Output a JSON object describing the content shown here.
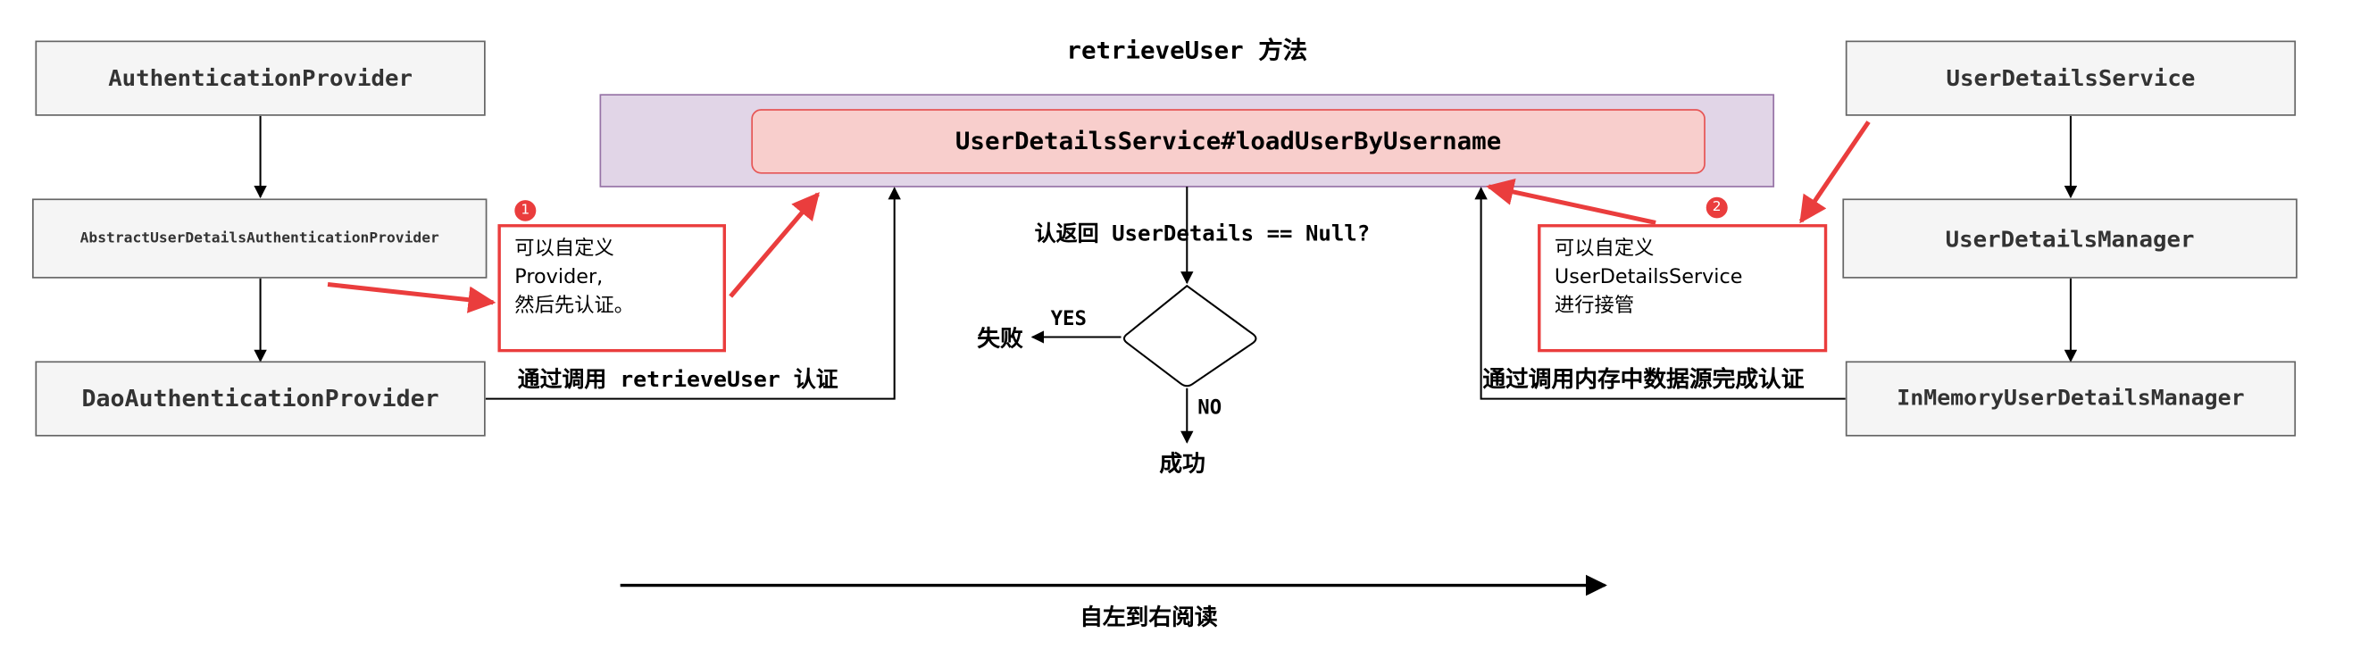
{
  "title": "retrieveUser 方法",
  "left_chain": {
    "provider": "AuthenticationProvider",
    "abstract_provider": "AbstractUserDetailsAuthenticationProvider",
    "dao_provider": "DaoAuthenticationProvider"
  },
  "center": {
    "method": "UserDetailsService#loadUserByUsername",
    "question": "认返回 UserDetails == Null?",
    "yes_label": "YES",
    "yes_result": "失败",
    "no_label": "NO",
    "no_result": "成功"
  },
  "right_chain": {
    "service": "UserDetailsService",
    "manager": "UserDetailsManager",
    "inmemory": "InMemoryUserDetailsManager"
  },
  "edge_labels": {
    "left": "通过调用 retrieveUser 认证",
    "right": "通过调用内存中数据源完成认证"
  },
  "note1": {
    "badge": "1",
    "lines": [
      "可以自定义",
      "Provider,",
      "然后先认证。"
    ]
  },
  "note2": {
    "badge": "2",
    "lines": [
      "可以自定义",
      "UserDetailsService",
      "进行接管"
    ]
  },
  "footer": "自左到右阅读",
  "colors": {
    "outer_fill": "#e1d5e7",
    "outer_border": "#9673a6",
    "inner_fill": "#f8cecc",
    "inner_border": "#e65555",
    "note_border": "#ea3d3d",
    "box_fill": "#f5f5f5",
    "box_border": "#666666"
  }
}
